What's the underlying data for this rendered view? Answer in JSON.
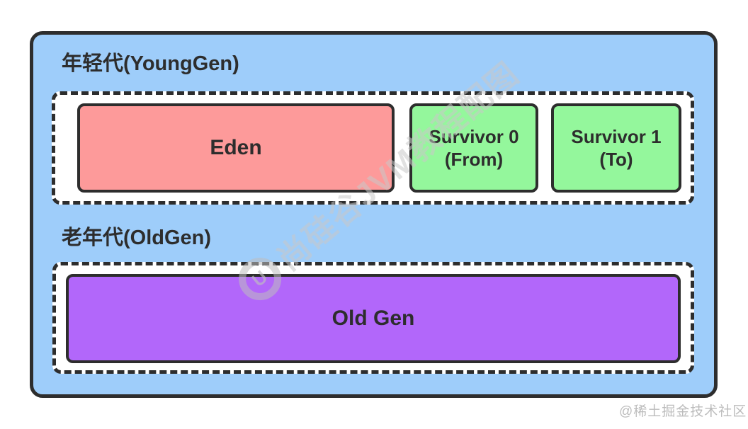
{
  "heap": {
    "young_gen": {
      "label": "年轻代(YoungGen)",
      "eden": {
        "label": "Eden"
      },
      "survivor0": {
        "line1": "Survivor 0",
        "line2": "(From)"
      },
      "survivor1": {
        "line1": "Survivor 1",
        "line2": "(To)"
      }
    },
    "old_gen": {
      "label": "老年代(OldGen)",
      "old": {
        "label": "Old Gen"
      }
    }
  },
  "watermark": {
    "logo_icon": "circle-u-logo",
    "logo_glyph": "U",
    "diagonal_text": "尚硅谷JVM教程配图",
    "bottom_right": "@稀土掘金技术社区"
  },
  "colors": {
    "heap_background": "#9ecdfa",
    "eden_fill": "#fd9a9a",
    "survivor_fill": "#94f79c",
    "old_gen_fill": "#b267fa",
    "region_fill": "#ffffff",
    "border": "#2d2d2d",
    "watermark_gray": "#c8c8c8"
  }
}
